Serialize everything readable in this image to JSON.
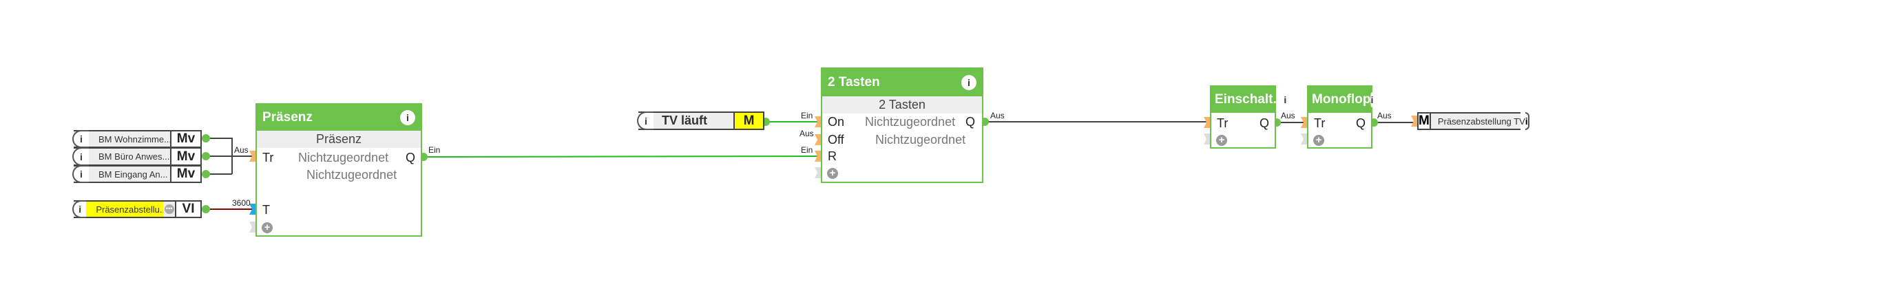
{
  "inputs": [
    {
      "label": "BM  Wohnzimme...",
      "type": "Mv"
    },
    {
      "label": "BM  Büro  Anwes...",
      "type": "Mv"
    },
    {
      "label": "BM  Eingang  An...",
      "type": "Mv"
    },
    {
      "label": "Präsenzabstellu...",
      "type": "VI"
    }
  ],
  "tv_input": {
    "label": "TV läuft",
    "type": "M"
  },
  "output": {
    "type": "M",
    "label": "Präsenzabstellung TV"
  },
  "info_glyph": "i",
  "blocks": {
    "praesenz": {
      "title": "Präsenz",
      "subtitle": "Präsenz",
      "ports_in": [
        "Tr",
        "T"
      ],
      "port_out": "Q",
      "assign1": "Nichtzugeordnet",
      "assign2": "Nichtzugeordnet"
    },
    "tasten": {
      "title": "2 Tasten",
      "subtitle": "2 Tasten",
      "ports_in": [
        "On",
        "Off",
        "R"
      ],
      "port_out": "Q",
      "assign1": "Nichtzugeordnet",
      "assign2": "Nichtzugeordnet"
    },
    "einschalt": {
      "title": "Einschalt...",
      "port_in": "Tr",
      "port_out": "Q"
    },
    "monoflop": {
      "title": "Monoflop",
      "port_in": "Tr",
      "port_out": "Q"
    }
  },
  "wire_labels": {
    "aus1": "Aus",
    "v3600": "3600",
    "ein1": "Ein",
    "ein_on": "Ein",
    "aus_off": "Aus",
    "ein_r": "Ein",
    "aus2": "Aus",
    "aus3": "Aus",
    "aus4": "Aus"
  },
  "colors": {
    "block": "#6cc24a",
    "wire_on": "#22bb22",
    "wire_off": "#444444",
    "wire_value": "#8b0000",
    "highlight": "#ffff00"
  }
}
